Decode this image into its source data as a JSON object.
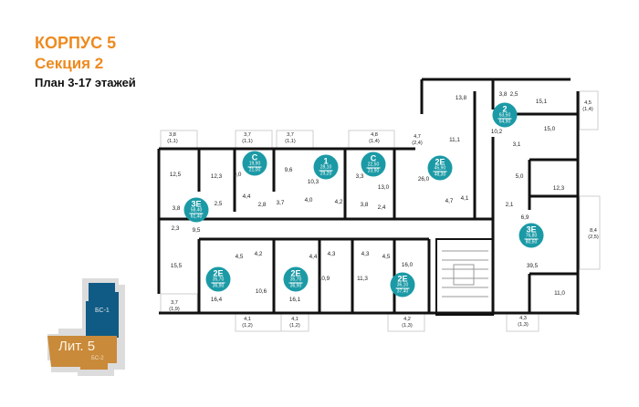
{
  "header": {
    "building": "КОРПУС 5",
    "section": "Секция 2",
    "plan": "План 3-17 этажей"
  },
  "colors": {
    "accent": "#ee8a1f",
    "badge": "#1b9aa6",
    "bs1": "#0f5b85",
    "lit": "#c98a3a"
  },
  "apartments": [
    {
      "type": "3E",
      "area": "58,40",
      "total": "61,40"
    },
    {
      "type": "C",
      "area": "19,90",
      "total": "21,00"
    },
    {
      "type": "1",
      "area": "28,10",
      "total": "29,20"
    },
    {
      "type": "C",
      "area": "22,50",
      "total": "23,90"
    },
    {
      "type": "2E",
      "area": "45,90",
      "total": "48,30"
    },
    {
      "type": "2",
      "area": "63,50",
      "total": "64,90"
    },
    {
      "type": "3E",
      "area": "76,80",
      "total": "80,60"
    },
    {
      "type": "2E",
      "area": "35,70",
      "total": "36,90"
    },
    {
      "type": "2E",
      "area": "35,70",
      "total": "36,90"
    },
    {
      "type": "2E",
      "area": "36,10",
      "total": "37,40"
    }
  ],
  "rooms": [
    "12,5",
    "12,3",
    "9,0",
    "9,6",
    "4,4",
    "2,8",
    "3,7",
    "10,3",
    "4,0",
    "4,2",
    "3,3",
    "13,0",
    "3,8",
    "2,4",
    "3,8",
    "2,5",
    "2,3",
    "9,5",
    "13,8",
    "3,8",
    "2,5",
    "15,1",
    "10,2",
    "15,0",
    "11,1",
    "3,1",
    "26,0",
    "5,0",
    "12,3",
    "4,7",
    "4,1",
    "2,1",
    "6,9",
    "15,5",
    "4,5",
    "4,2",
    "16,4",
    "10,6",
    "16,1",
    "4,4",
    "4,3",
    "4,3",
    "10,9",
    "11,3",
    "4,5",
    "16,0",
    "39,5",
    "11,0"
  ],
  "balconies": [
    {
      "area": "3,8",
      "glazed": "(1,1)"
    },
    {
      "area": "3,7",
      "glazed": "(1,1)"
    },
    {
      "area": "3,7",
      "glazed": "(1,1)"
    },
    {
      "area": "4,8",
      "glazed": "(1,4)"
    },
    {
      "area": "4,7",
      "glazed": "(2,4)"
    },
    {
      "area": "4,5",
      "glazed": "(1,4)"
    },
    {
      "area": "8,4",
      "glazed": "(2,5)"
    },
    {
      "area": "3,7",
      "glazed": "(1,9)"
    },
    {
      "area": "4,1",
      "glazed": "(1,2)"
    },
    {
      "area": "4,1",
      "glazed": "(1,2)"
    },
    {
      "area": "4,2",
      "glazed": "(1,3)"
    },
    {
      "area": "4,3",
      "glazed": "(1,3)"
    }
  ],
  "minimap": {
    "bs1": "БС-1",
    "lit": "Лит. 5",
    "bs2": "БС-2"
  }
}
